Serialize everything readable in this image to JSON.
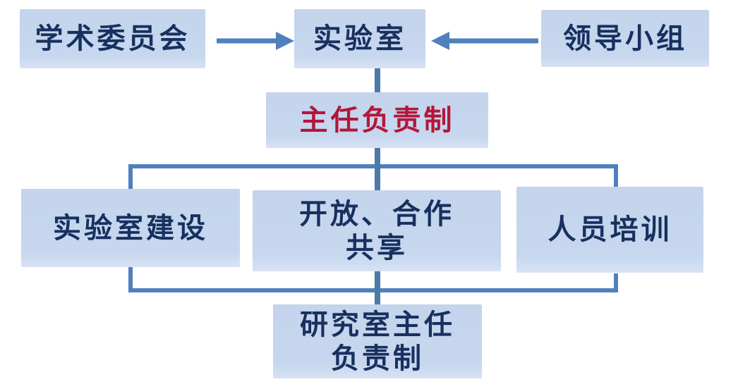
{
  "diagram": {
    "type": "org-flow-chart",
    "background": "#ffffff"
  },
  "colors": {
    "box_fill": "#c6d7ee",
    "text_navy": "#17305f",
    "text_red": "#b3163a",
    "connector": "#4f81bd",
    "connector_dark": "#4d79a8"
  },
  "nodes": {
    "academic_committee": {
      "label": "学术委员会"
    },
    "laboratory": {
      "label": "实验室"
    },
    "leading_group": {
      "label": "领导小组"
    },
    "director_responsibility": {
      "label": "主任负责制"
    },
    "lab_construction": {
      "label": "实验室建设"
    },
    "open_cooperation": {
      "line1": "开放、合作",
      "line2": "共享"
    },
    "personnel_training": {
      "label": "人员培训"
    },
    "research_office_director": {
      "line1": "研究室主任",
      "line2": "负责制"
    }
  },
  "edges": [
    {
      "from": "学术委员会",
      "to": "实验室",
      "style": "arrow"
    },
    {
      "from": "领导小组",
      "to": "实验室",
      "style": "arrow"
    },
    {
      "from": "实验室",
      "to": "主任负责制",
      "style": "line"
    },
    {
      "from": "主任负责制",
      "to": "实验室建设",
      "style": "bracket"
    },
    {
      "from": "主任负责制",
      "to": "开放、合作共享",
      "style": "bracket"
    },
    {
      "from": "主任负责制",
      "to": "人员培训",
      "style": "bracket"
    },
    {
      "from": "实验室建设",
      "to": "研究室主任负责制",
      "style": "bracket"
    },
    {
      "from": "开放、合作共享",
      "to": "研究室主任负责制",
      "style": "bracket"
    },
    {
      "from": "人员培训",
      "to": "研究室主任负责制",
      "style": "bracket"
    }
  ]
}
